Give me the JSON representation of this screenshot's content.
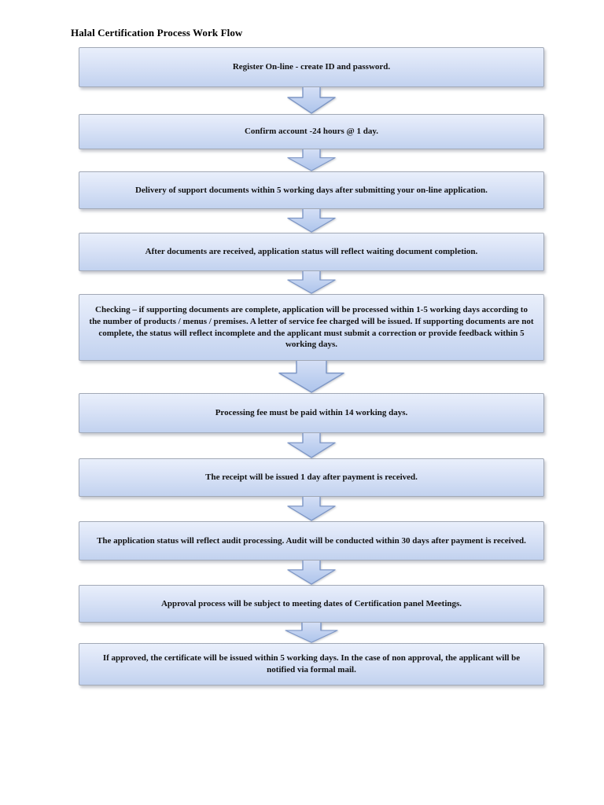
{
  "page": {
    "title": "Halal Certification Process Work Flow"
  },
  "flow": {
    "steps": [
      {
        "text": "Register On-line - create ID and password."
      },
      {
        "text": "Confirm account -24 hours @ 1 day."
      },
      {
        "text": "Delivery of support documents within 5 working days after submitting your on-line application."
      },
      {
        "text": "After documents are received, application status will reflect waiting document completion."
      },
      {
        "text": "Checking – if supporting documents are complete, application will be processed within 1-5 working days according to the number of products / menus / premises. A letter of service fee charged will be issued. If supporting documents are not complete, the status will reflect incomplete and the applicant must submit a correction or provide feedback within 5 working days."
      },
      {
        "text": "Processing fee must be paid within 14 working days."
      },
      {
        "text": "The receipt will be issued 1 day after payment is received."
      },
      {
        "text": "The application status will reflect audit processing. Audit will be conducted within 30 days after payment is received."
      },
      {
        "text": "Approval process will be subject to meeting dates of Certification panel Meetings."
      },
      {
        "text": "If approved, the certificate will be issued within 5 working days. In the case of non approval, the applicant will be notified via formal mail."
      }
    ]
  },
  "colors": {
    "box_fill_top": "#e9effb",
    "box_fill_bottom": "#c2d2ef",
    "box_border": "#a2a9b6",
    "arrow_fill_top": "#d4dff5",
    "arrow_fill_bottom": "#aec5ec",
    "arrow_border": "#7e97c6",
    "text": "#121212",
    "page_background": "#ffffff"
  }
}
